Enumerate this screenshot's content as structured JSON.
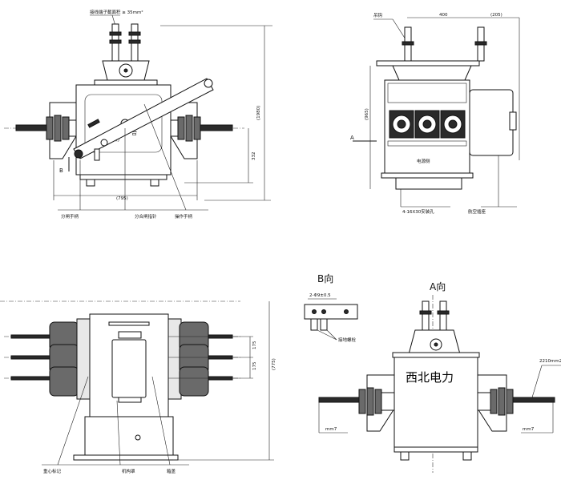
{
  "top_left": {
    "spec_note": "接线端子截面积 ≥ 35mm²",
    "dim_1980": "(1980)",
    "dim_332": "332",
    "dim_795": "(795)",
    "label_B": "B",
    "callout_trip_handle": "分闸手柄",
    "callout_indicator": "分合闸指针",
    "callout_handle": "操作手柄",
    "indicator_close": "合",
    "indicator_open": "分"
  },
  "top_right": {
    "callout_lifting_hook": "吊钩",
    "dim_400": "400",
    "dim_205": "(205)",
    "dim_965": "(965)",
    "label_A": "A",
    "panel_label": "电源侧",
    "callout_mount_holes": "4-16X30安装孔",
    "callout_aviation_socket": "航空插座"
  },
  "bottom_left": {
    "dim_175a": "175",
    "dim_175b": "175",
    "dim_775": "(775)",
    "callout_center_mark": "重心标记",
    "callout_mech_cover": "机构罩",
    "callout_box": "箱盖"
  },
  "bottom_right": {
    "title_B": "B向",
    "title_A": "A向",
    "hole_spec": "2-Φ9±0.5",
    "callout_ground_bolt": "接地螺栓",
    "cable_spec": "2210mm2",
    "bracket_left": "mm7",
    "bracket_right": "mm7",
    "watermark": "西北电力"
  }
}
